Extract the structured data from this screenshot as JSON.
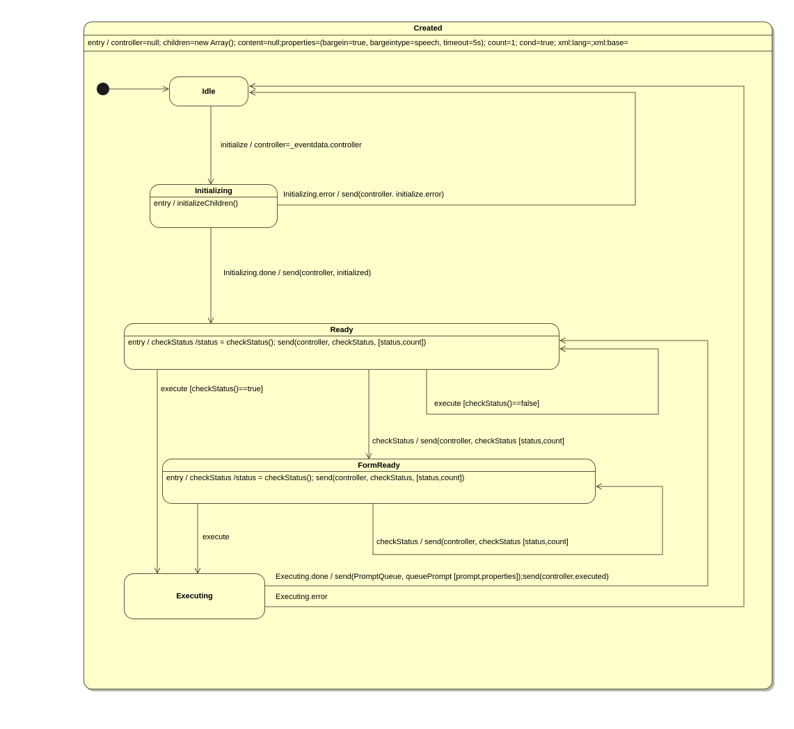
{
  "diagram": {
    "outer_state": {
      "title": "Created",
      "entry_action": "entry / controller=null; children=new Array(); content=null;properties=(bargein=true, bargeintype=speech, timeout=5s); count=1; cond=true; xml:lang=;xml:base="
    },
    "states": {
      "idle": {
        "title": "Idle"
      },
      "initializing": {
        "title": "Initializing",
        "body": "entry / initializeChildren()"
      },
      "ready": {
        "title": "Ready",
        "body": "entry / checkStatus /status = checkStatus(); send(controller, checkStatus, [status,count])"
      },
      "formready": {
        "title": "FormReady",
        "body": "entry / checkStatus /status = checkStatus(); send(controller, checkStatus, [status,count])"
      },
      "executing": {
        "title": "Executing"
      }
    },
    "transitions": {
      "initialize": "initialize / controller=_eventdata.controller",
      "initializing_error": "Initializing.error / send(controller. initialize.error)",
      "initializing_done": "Initializing.done / send(controller, initialized)",
      "execute_true": "execute [checkStatus()==true]",
      "execute_false": "execute [checkStatus()==false]",
      "ready_checkstatus": "checkStatus / send(controller, checkStatus [status,count]",
      "execute": "execute",
      "formready_checkstatus": "checkStatus / send(controller, checkStatus [status,count]",
      "executing_done": "Executing.done / send(PromptQueue, queuePrompt [prompt,properties]);send(controller,executed)",
      "executing_error": "Executing.error"
    },
    "colors": {
      "state_fill": "#FFFFCC",
      "state_border": "#55553F",
      "initial_dot": "#1B1B1B",
      "text": "#000000",
      "background": "#FFFFFF"
    }
  }
}
